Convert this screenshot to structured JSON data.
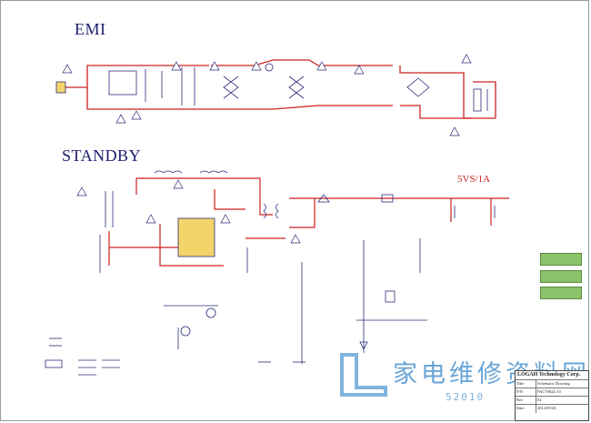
{
  "sections": {
    "emi_title": "EMI",
    "standby_title": "STANDBY",
    "output_rating": "5VS/1A"
  },
  "title_block": {
    "company": "LOGAH Technology Corp.",
    "rows": [
      {
        "key": "Title",
        "value": "Schematic Drawing"
      },
      {
        "key": "P/N",
        "value": "PAC7902Z.10"
      },
      {
        "key": "Rev",
        "value": "02"
      },
      {
        "key": "Date",
        "value": "2012/05/26"
      }
    ]
  },
  "watermark": {
    "text": "家电维修资料网",
    "url": "52010"
  },
  "colors": {
    "wire": "#cc2020",
    "component": "#2b2b7a",
    "accent_green": "#8cc36a"
  }
}
